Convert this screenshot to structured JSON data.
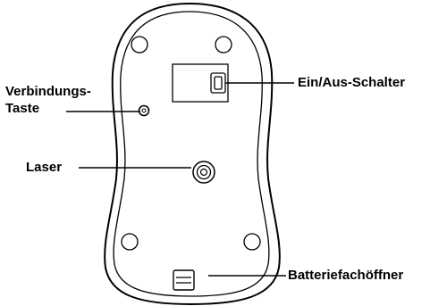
{
  "labels": {
    "connect_line1": "Verbindungs-",
    "connect_line2": "Taste",
    "laser": "Laser",
    "power_switch": "Ein/Aus-Schalter",
    "battery_opener": "Batteriefachöffner"
  },
  "colors": {
    "outline": "#000000",
    "background": "#ffffff"
  }
}
